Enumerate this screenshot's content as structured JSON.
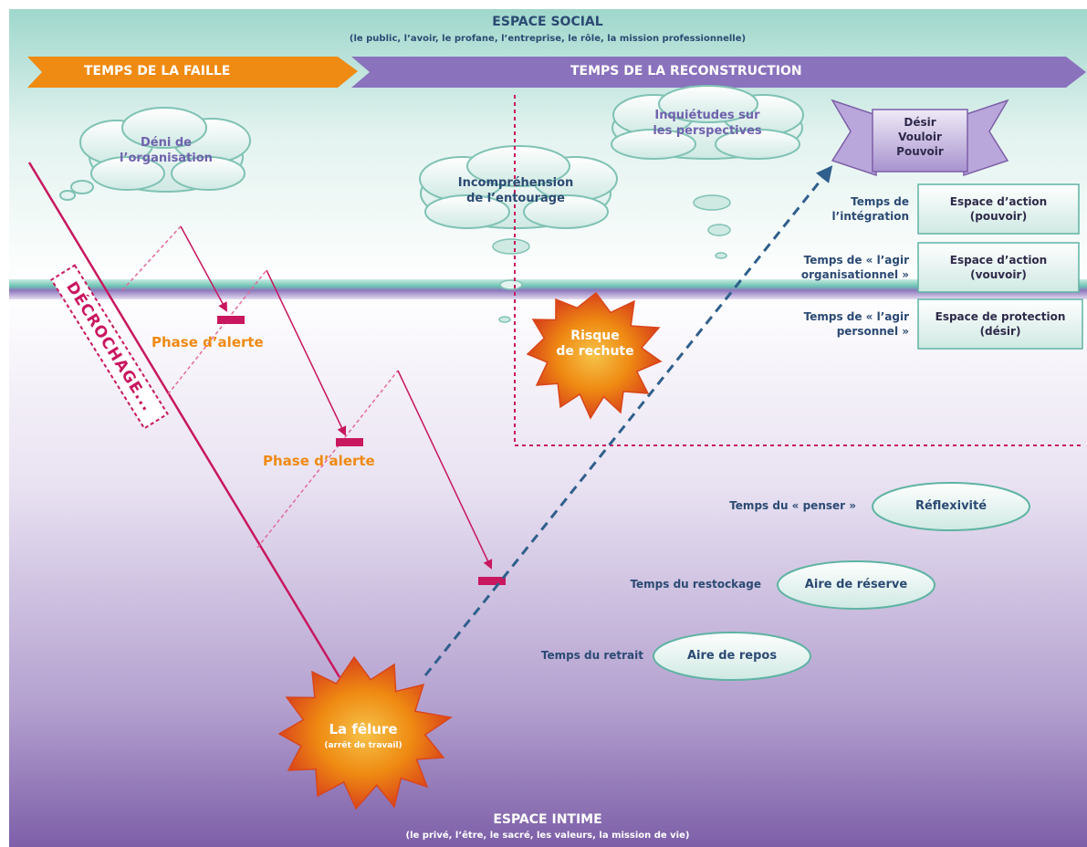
{
  "social": {
    "title": "ESPACE SOCIAL",
    "subtitle": "(le public, l’avoir, le profane, l’entreprise, le rôle, la mission professionnelle)"
  },
  "intime": {
    "title": "ESPACE INTIME",
    "subtitle": "(le privé, l’être, le sacré, les valeurs, la mission de vie)"
  },
  "banners": {
    "faille": "TEMPS DE LA FAILLE",
    "reconstruction": "TEMPS DE LA RECONSTRUCTION"
  },
  "clouds": {
    "deni": "Déni de\nl’organisation",
    "incomprehension": "Incompréhension\nde l’entourage",
    "inquietudes": "Inquiétudes sur\nles perspectives"
  },
  "top_banner": "Désir\nVouloir\nPouvoir",
  "decrochage": "DÉCROCHAGE...",
  "alerts": [
    "Phase d’alerte",
    "Phase d’alerte"
  ],
  "bursts": {
    "rechute": "Risque\nde rechute",
    "felure": "La fêlure",
    "felure_sub": "(arrêt de travail)"
  },
  "upper_times": [
    {
      "time": "Temps de\nl’intégration",
      "box": "Espace d’action\n(pouvoir)"
    },
    {
      "time": "Temps de « l’agir\norganisationnel »",
      "box": "Espace d’action\n(vouvoir)"
    },
    {
      "time": "Temps de « l’agir\npersonnel »",
      "box": "Espace de protection\n(désir)"
    }
  ],
  "lower_times": [
    {
      "time": "Temps du « penser »",
      "oval": "Réflexivité"
    },
    {
      "time": "Temps du restockage",
      "oval": "Aire de réserve"
    },
    {
      "time": "Temps du retrait",
      "oval": "Aire de repos"
    }
  ],
  "colors": {
    "navy": "#2b4a73",
    "purple": "#6f62ad",
    "orange": "#ef8a12",
    "magenta": "#c8175f",
    "teal": "#9fd7cc",
    "lavender": "#7d5fa8"
  }
}
